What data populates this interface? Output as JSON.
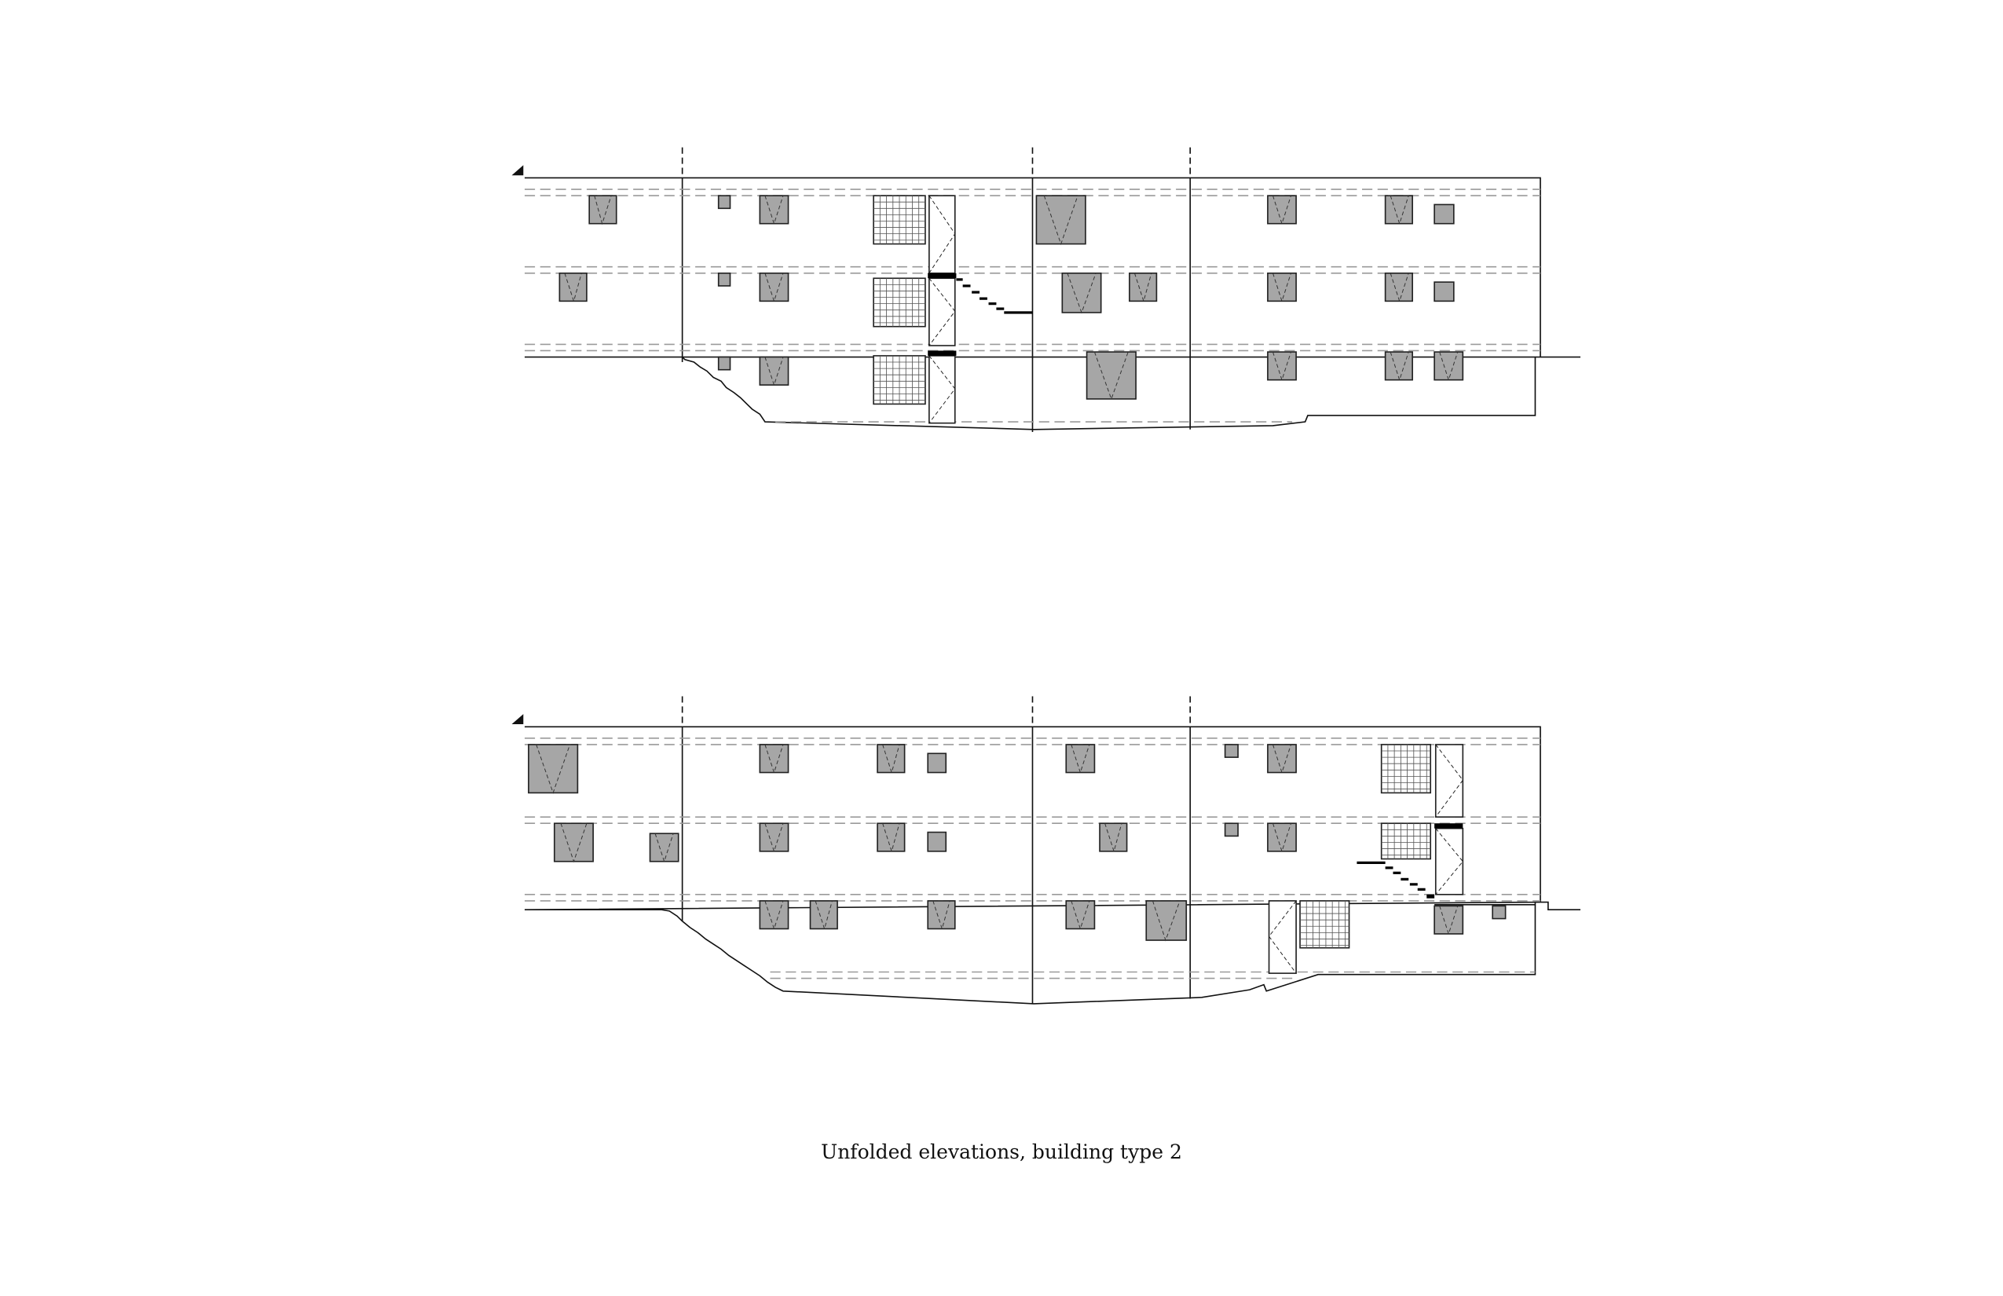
{
  "caption": "Unfolded elevations, building type 2",
  "colors": {
    "line": "#111111",
    "window_fill": "#a6a6a6",
    "dash": "#9a9a9a",
    "stair": "#000000",
    "background": "#ffffff"
  },
  "elevations": [
    {
      "name": "upper-elevation",
      "floors": 3,
      "segments": 4
    },
    {
      "name": "lower-elevation",
      "floors": 3,
      "segments": 4
    }
  ]
}
